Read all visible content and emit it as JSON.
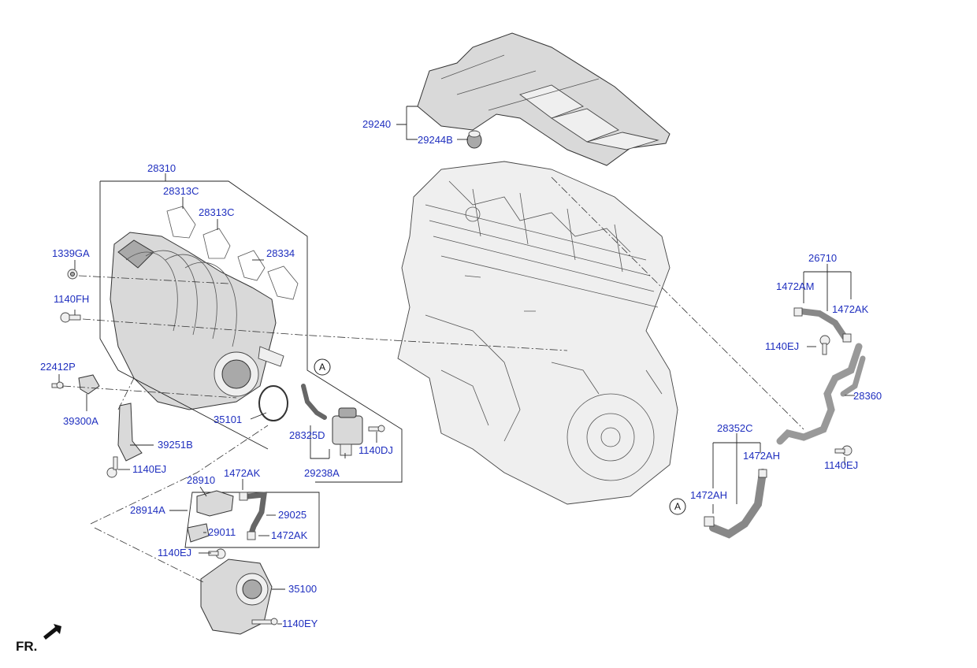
{
  "labels": {
    "p29240": "29240",
    "p29244B": "29244B",
    "p28310": "28310",
    "p28313C_a": "28313C",
    "p28313C_b": "28313C",
    "p28334": "28334",
    "p1339GA": "1339GA",
    "p1140FH": "1140FH",
    "p22412P": "22412P",
    "p39300A": "39300A",
    "p39251B": "39251B",
    "p1140EJ_a": "1140EJ",
    "p35101": "35101",
    "p28325D": "28325D",
    "p29238A": "29238A",
    "p1140DJ": "1140DJ",
    "p28910": "28910",
    "p1472AK_a": "1472AK",
    "p28914A": "28914A",
    "p29025": "29025",
    "p29011": "29011",
    "p1472AK_b": "1472AK",
    "p1140EJ_b": "1140EJ",
    "p35100": "35100",
    "p1140EY": "1140EY",
    "p26710": "26710",
    "p1472AM": "1472AM",
    "p1472AK_c": "1472AK",
    "p1140EJ_c": "1140EJ",
    "p28360": "28360",
    "p28352C": "28352C",
    "p1472AH_a": "1472AH",
    "p1472AH_b": "1472AH",
    "p1140EJ_d": "1140EJ"
  },
  "callouts": {
    "a1": "A",
    "a2": "A"
  },
  "orientation": {
    "front_label": "FR."
  },
  "colors": {
    "label": "#1f2fbf",
    "line": "#222222",
    "part_fill": "#d9d9d9"
  }
}
